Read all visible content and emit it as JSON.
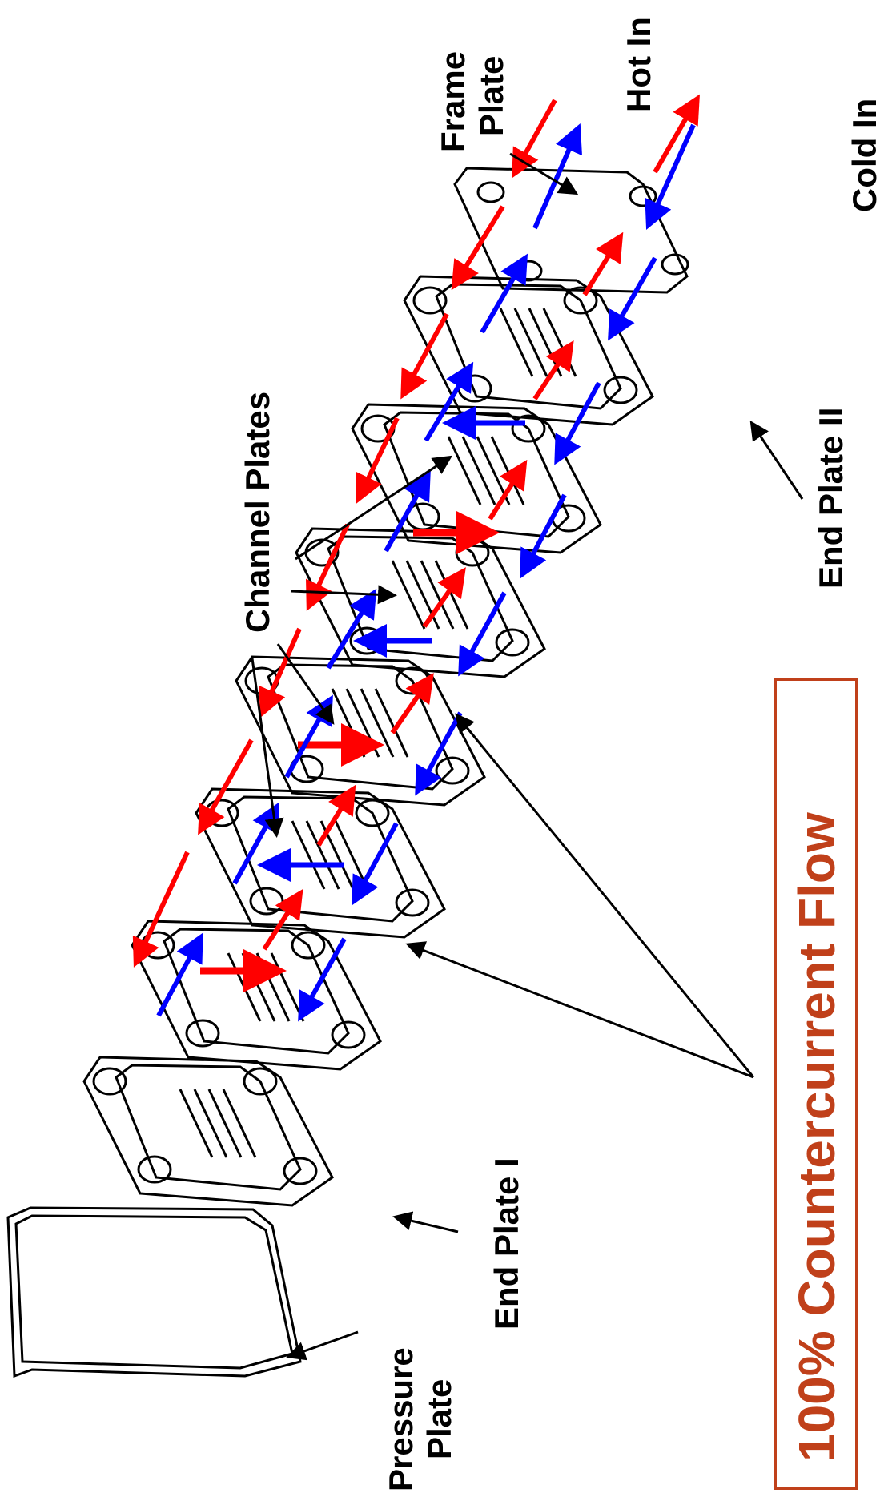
{
  "labels": {
    "hot_in": "Hot In",
    "cold_in": "Cold In",
    "frame_plate_1": "Frame",
    "frame_plate_2": "Plate",
    "channel_plates": "Channel Plates",
    "end_plate_2": "End Plate II",
    "end_plate_1": "End Plate I",
    "pressure_plate_1": "Pressure",
    "pressure_plate_2": "Plate"
  },
  "banner": {
    "text": "100% Countercurrent Flow",
    "color": "#c0401a"
  },
  "colors": {
    "hot": "#ff0000",
    "cold": "#0000ff",
    "outline": "#000000"
  }
}
